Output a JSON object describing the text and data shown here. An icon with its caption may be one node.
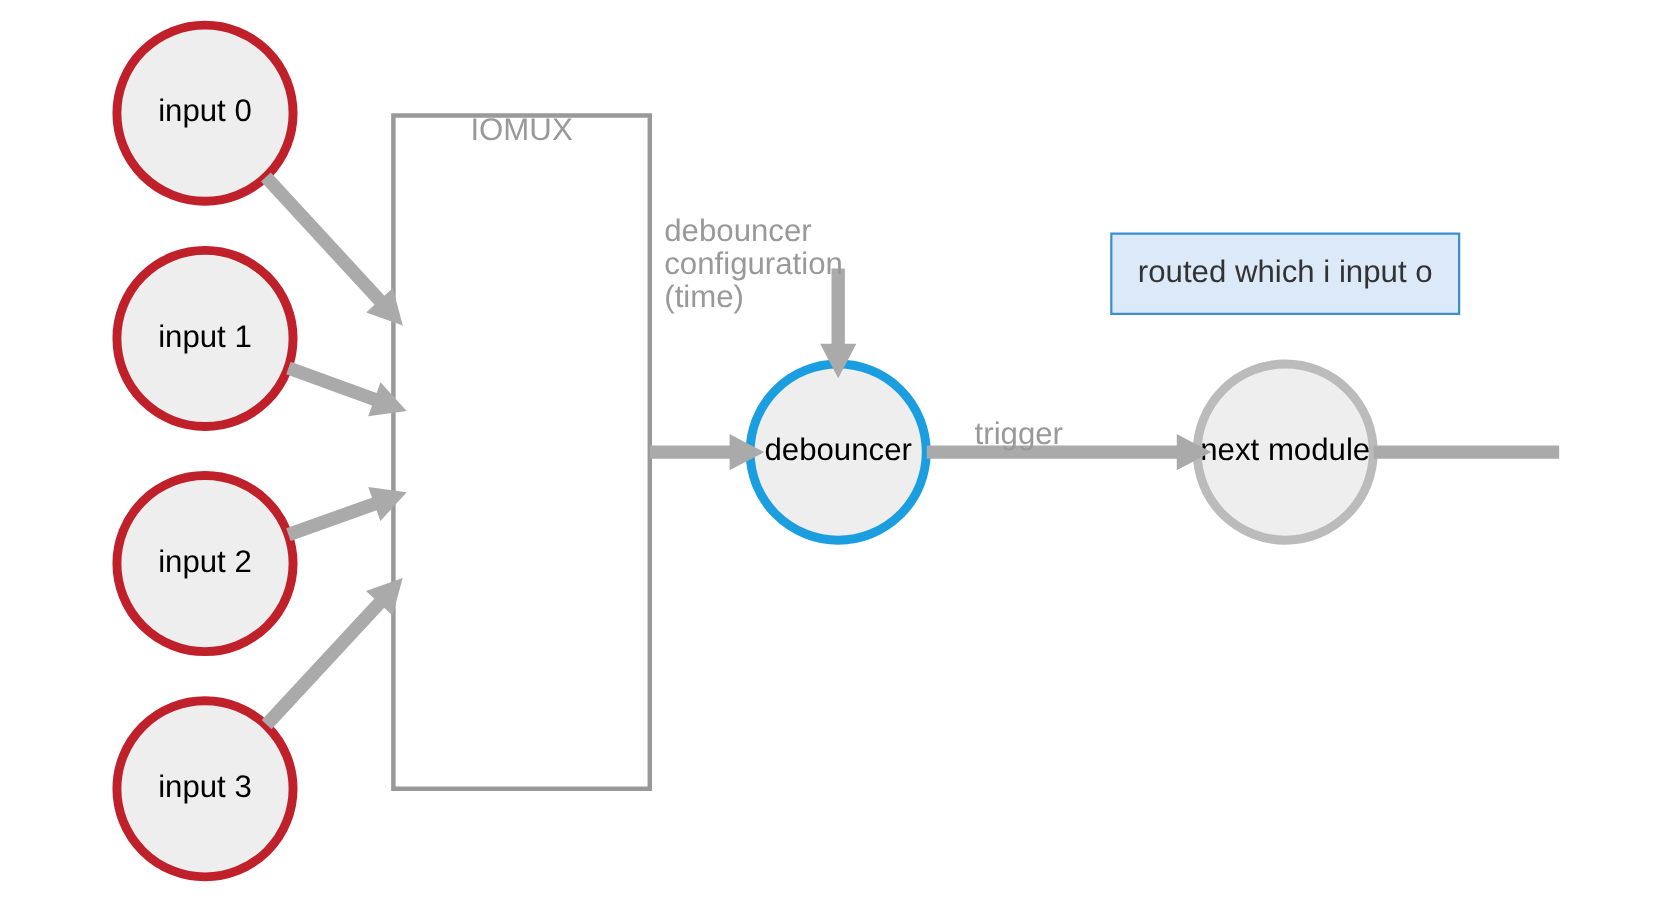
{
  "diagram": {
    "nodes": [
      {
        "text": [
          "IOMUX"
        ]
      },
      {
        "text": [
          "input 0"
        ]
      },
      {
        "text": [
          "input 1"
        ]
      },
      {
        "text": [
          "input 2"
        ]
      },
      {
        "text": [
          "input 3"
        ]
      },
      {
        "text": [
          "debouncer"
        ]
      },
      {
        "text": [
          "next module"
        ]
      },
      {
        "text": [
          "routed which i input o"
        ]
      }
    ],
    "edges": [
      {
        "from": 1,
        "to": 0,
        "arrow": "to"
      },
      {
        "from": 2,
        "to": 0,
        "arrow": "to"
      },
      {
        "from": 3,
        "to": 0,
        "arrow": "to"
      },
      {
        "from": 4,
        "to": 0,
        "arrow": "to"
      },
      {
        "from": 0,
        "to": 5,
        "arrow": "to"
      },
      {
        "from": 5,
        "to": 6,
        "arrow": "to",
        "label": "trigger"
      },
      {
        "from": 6,
        "to": null,
        "arrow": "none"
      },
      {
        "from": null,
        "to": 5,
        "arrow": "to",
        "label": "debouncer configuration (time)"
      }
    ]
  }
}
